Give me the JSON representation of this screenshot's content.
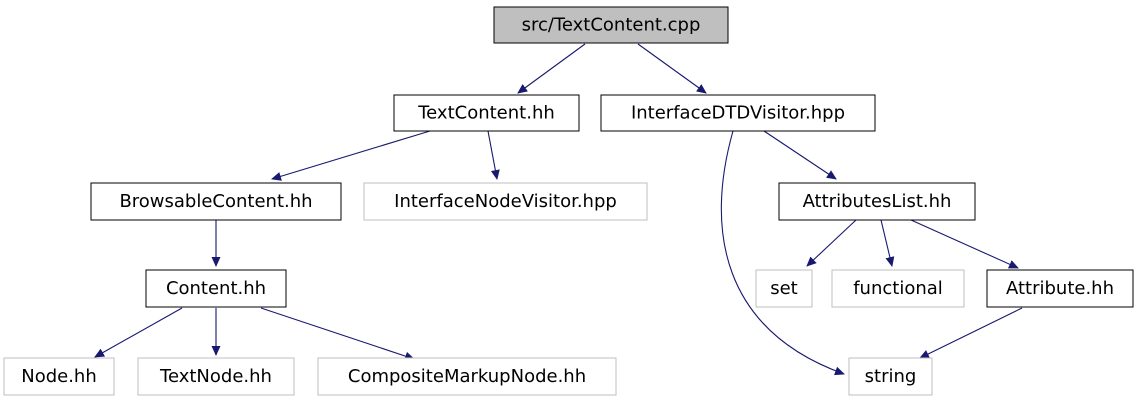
{
  "colors": {
    "edge": "#191970",
    "root_fill": "#bfbfbf",
    "box_fill": "#ffffff",
    "box_border": "#000000",
    "external_border": "#bfbfbf"
  },
  "nodes": {
    "root": "src/TextContent.cpp",
    "textcontent_hh": "TextContent.hh",
    "interface_dtd_visitor": "InterfaceDTDVisitor.hpp",
    "browsable_content": "BrowsableContent.hh",
    "interface_node_visitor": "InterfaceNodeVisitor.hpp",
    "attributes_list": "AttributesList.hh",
    "content_hh": "Content.hh",
    "set": "set",
    "functional": "functional",
    "attribute_hh": "Attribute.hh",
    "node_hh": "Node.hh",
    "textnode_hh": "TextNode.hh",
    "composite_markup_node": "CompositeMarkupNode.hh",
    "string": "string"
  }
}
